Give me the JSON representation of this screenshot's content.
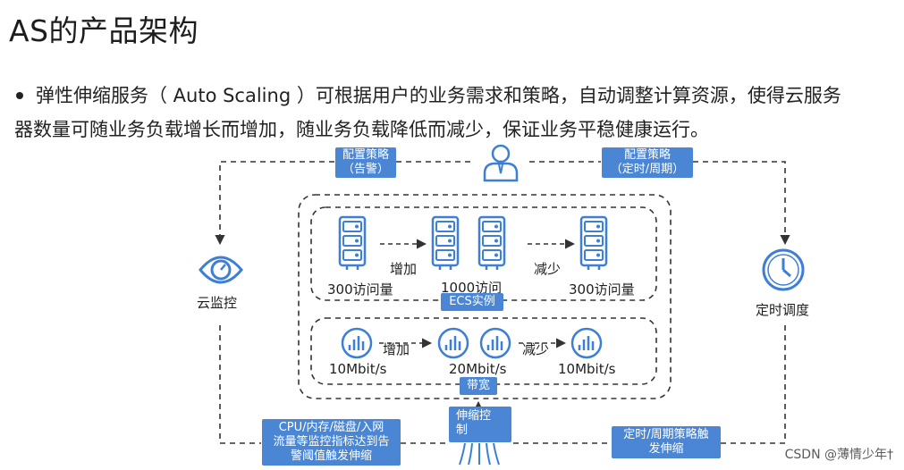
{
  "title": "AS的产品架构",
  "bullet": {
    "line1": "弹性伸缩服务（ Auto  Scaling ）可根据用户的业务需求和策略，自动调整计算资源，使得云服务",
    "line2": "器数量可随业务负载增长而增加，随业务负载降低而减少，保证业务平稳健康运行。"
  },
  "diagram": {
    "policy_alarm": {
      "line1": "配置策略",
      "line2": "（告警）"
    },
    "policy_timed": {
      "line1": "配置策略",
      "line2": "（定时/周期）"
    },
    "cloud_monitor": "云监控",
    "timed_schedule": "定时调度",
    "ecs": {
      "left_count": "300访问量",
      "middle_count": "1000访问",
      "right_count": "300访问量",
      "increase": "增加",
      "decrease": "减少",
      "badge": "ECS实例"
    },
    "bandwidth": {
      "left": "10Mbit/s",
      "middle": "20Mbit/s",
      "right": "10Mbit/s",
      "increase": "增加",
      "decrease": "减少",
      "badge": "带宽"
    },
    "scaling_control": {
      "line1": "伸缩控",
      "line2": "制"
    },
    "alarm_trigger": {
      "line1": "CPU/内存/磁盘/入网",
      "line2": "流量等监控指标达到告",
      "line3": "警阈值触发伸缩"
    },
    "timed_trigger": {
      "line1": "定时/周期策略触",
      "line2": "发伸缩"
    },
    "colors": {
      "accent": "#4a86d4",
      "icon_blue": "#3d7fd6",
      "dashed": "#333333"
    }
  },
  "watermark": "CSDN @薄情少年†"
}
